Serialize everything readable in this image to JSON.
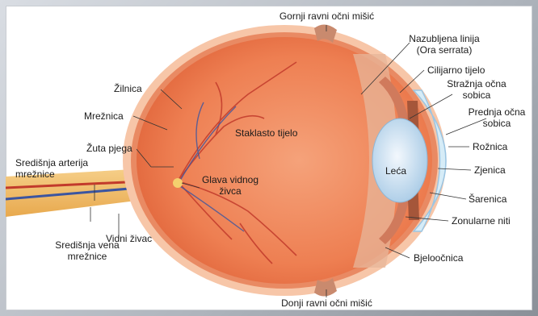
{
  "labels": {
    "gornji_misic": "Gornji ravni očni mišić",
    "donji_misic": "Donji ravni očni mišić",
    "ora_serrata": "Nazubljena linija\n(Ora serrata)",
    "cilijarno": "Cilijarno tijelo",
    "straznja_sobica": "Stražnja očna\nsobica",
    "prednja_sobica": "Prednja očna\nsobica",
    "roznica": "Rožnica",
    "zjenica": "Zjenica",
    "sarenica": "Šarenica",
    "zonularne": "Zonularne niti",
    "bjeloocnica": "Bjeloočnica",
    "zilnica": "Žilnica",
    "reznica": "Mrežnica",
    "zuta_pjega": "Žuta pjega",
    "arterija": "Središnja arterija\nmrežnice",
    "vena": "Središnja vena\nmrežnice",
    "vidni_zivac": "Vidni živac",
    "staklasto": "Staklasto tijelo",
    "glava_zivca": "Glava vidnog\nživca",
    "leca": "Leća"
  },
  "colors": {
    "sclera": "#f7c3a3",
    "vitreous": "#f08a5d",
    "retina": "#e76a3f",
    "vessels": "#c23a2b",
    "lens": "#cfe2f3",
    "cornea": "#d6ecf7",
    "iris": "#a5563a",
    "nerve": "#f2c06a",
    "muscle": "#c98a6e"
  }
}
